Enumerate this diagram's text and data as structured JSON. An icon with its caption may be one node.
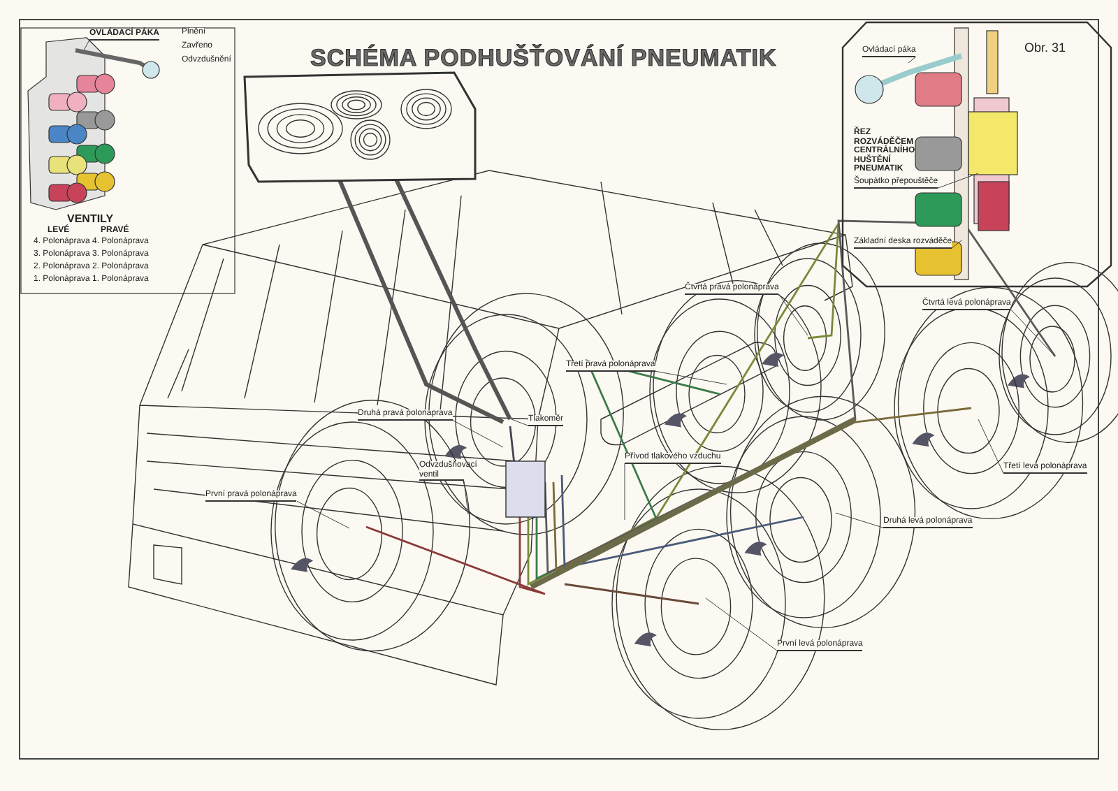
{
  "diagram": {
    "title": "SCHÉMA PODHUŠŤOVÁNÍ PNEUMATIK",
    "nodes": [
      {
        "text": [
          "OVLÁDACÍ PÁKA"
        ]
      },
      {
        "text": [
          "Ovládací páka"
        ]
      },
      {
        "text": [
          "Šoupátko přepouštěče"
        ]
      },
      {
        "text": [
          "Základní deska rozváděče"
        ]
      },
      {
        "text": [
          "Čtvrtá pravá polonáprava"
        ]
      },
      {
        "text": [
          "Čtvrtá levá polonáprava"
        ]
      },
      {
        "text": [
          "Třetí pravá polonáprava"
        ]
      },
      {
        "text": [
          "Druhá pravá polonáprava"
        ]
      },
      {
        "text": [
          "Tlakoměr"
        ]
      },
      {
        "text": [
          "Přívod tlakového vzduchu"
        ]
      },
      {
        "text": [
          "První pravá polonáprava"
        ]
      },
      {
        "text": [
          "Odvzdušňovací ventil"
        ]
      },
      {
        "text": [
          "Třetí levá polonáprava"
        ]
      },
      {
        "text": [
          "Druhá levá polonáprava"
        ]
      },
      {
        "text": [
          "První levá polonáprava"
        ]
      }
    ],
    "edges": [
      {
        "from": 0,
        "to": null,
        "arrow": "none"
      },
      {
        "from": 1,
        "to": null,
        "arrow": "none"
      },
      {
        "from": 2,
        "to": null,
        "arrow": "none"
      },
      {
        "from": 3,
        "to": null,
        "arrow": "none"
      },
      {
        "from": 4,
        "to": null,
        "arrow": "none"
      },
      {
        "from": 5,
        "to": null,
        "arrow": "none"
      },
      {
        "from": 6,
        "to": null,
        "arrow": "none"
      },
      {
        "from": 7,
        "to": null,
        "arrow": "none"
      },
      {
        "from": 8,
        "to": null,
        "arrow": "none"
      },
      {
        "from": 9,
        "to": null,
        "arrow": "none"
      },
      {
        "from": 10,
        "to": null,
        "arrow": "none"
      },
      {
        "from": 11,
        "to": null,
        "arrow": "none"
      },
      {
        "from": 12,
        "to": null,
        "arrow": "none"
      },
      {
        "from": 13,
        "to": null,
        "arrow": "none"
      },
      {
        "from": 14,
        "to": null,
        "arrow": "none"
      }
    ],
    "labels": [
      "Plnění",
      "Zavřeno",
      "Odvzdušnění",
      "VENTILY",
      "LEVÉ",
      "PRAVÉ",
      "4. Polonáprava",
      "4. Polonáprava",
      "3. Polonáprava",
      "3. Polonáprava",
      "2. Polonáprava",
      "2. Polonáprava",
      "1. Polonáprava",
      "1. Polonáprava",
      "Obr. 31",
      "ŘEZ ROZVÁDĚČEM CENTRÁLNÍHO HUŠTĚNÍ PNEUMATIK"
    ]
  }
}
